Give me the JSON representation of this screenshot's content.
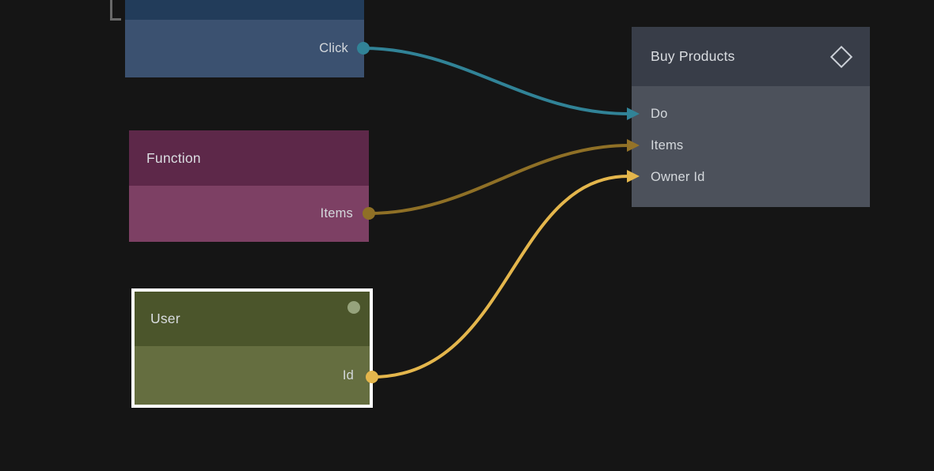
{
  "canvas": {
    "background_color": "#151515",
    "bracket_color": "#696969"
  },
  "nodes": [
    {
      "id": "event",
      "title": "",
      "header_color": "#223c5a",
      "body_color": "#3b5170",
      "outputs": [
        {
          "label": "Click",
          "port_color": "#318397"
        }
      ]
    },
    {
      "id": "function",
      "title": "Function",
      "header_color": "#5d2849",
      "body_color": "#7d4064",
      "outputs": [
        {
          "label": "Items",
          "port_color": "#8f7026"
        }
      ]
    },
    {
      "id": "user",
      "title": "User",
      "selected": true,
      "selection_color": "#ffffff",
      "badge_color": "#96a37c",
      "header_color": "#4b552b",
      "body_color": "#656e40",
      "outputs": [
        {
          "label": "Id",
          "port_color": "#e4b64c"
        }
      ]
    },
    {
      "id": "buy-products",
      "title": "Buy Products",
      "icon": "diamond-icon",
      "icon_color": "#ccd1d8",
      "header_color": "#383d48",
      "body_color": "#4c515b",
      "inputs": [
        {
          "label": "Do",
          "port_color": "#318397"
        },
        {
          "label": "Items",
          "port_color": "#947328"
        },
        {
          "label": "Owner Id",
          "port_color": "#e4b64c"
        }
      ]
    }
  ],
  "connections": [
    {
      "from": "event.Click",
      "to": "buy-products.Do",
      "color": "#318397"
    },
    {
      "from": "function.Items",
      "to": "buy-products.Items",
      "color": "#8f7026"
    },
    {
      "from": "user.Id",
      "to": "buy-products.Owner Id",
      "color": "#e4b64c"
    }
  ]
}
